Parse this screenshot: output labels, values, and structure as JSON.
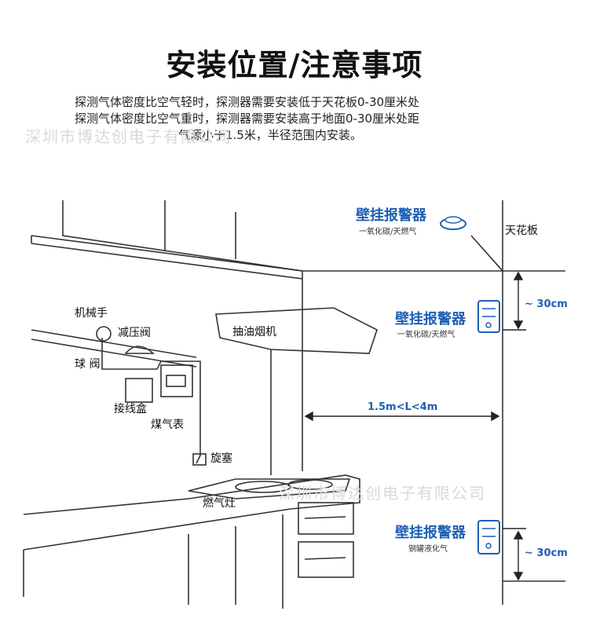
{
  "header": {
    "title": "安装位置/注意事项",
    "line1": "探测气体密度比空气轻时，探测器需要安装低于天花板0-30厘米处",
    "line2": "探测气体密度比空气重时，探测器需要安装高于地面0-30厘米处距",
    "line3": "气源小于1.5米，半径范围内安装。"
  },
  "watermark": {
    "top": "深圳市博达创电子有限公司",
    "mid": "深圳市博达创电子有限公司"
  },
  "labels": {
    "ceiling": "天花板",
    "alarm_top_title": "壁挂报警器",
    "alarm_top_sub": "一氧化碳/天燃气",
    "alarm_mid_title": "壁挂报警器",
    "alarm_mid_sub": "一氧化碳/天燃气",
    "alarm_low_title": "壁挂报警器",
    "alarm_low_sub": "钢罐液化气",
    "dist_top": "~ 30cm",
    "dist_low": "~ 30cm",
    "range": "1.5m<L<4m",
    "hood": "抽油烟机",
    "manipulator": "机械手",
    "pressure_valve": "减压阀",
    "ball_valve": "球 阀",
    "junction_box": "接线盒",
    "gas_meter": "煤气表",
    "plug": "旋塞",
    "stove": "燃气灶"
  },
  "colors": {
    "blue": "#1e5fb4",
    "line": "#333333",
    "watermark": "#d9d9d9"
  }
}
